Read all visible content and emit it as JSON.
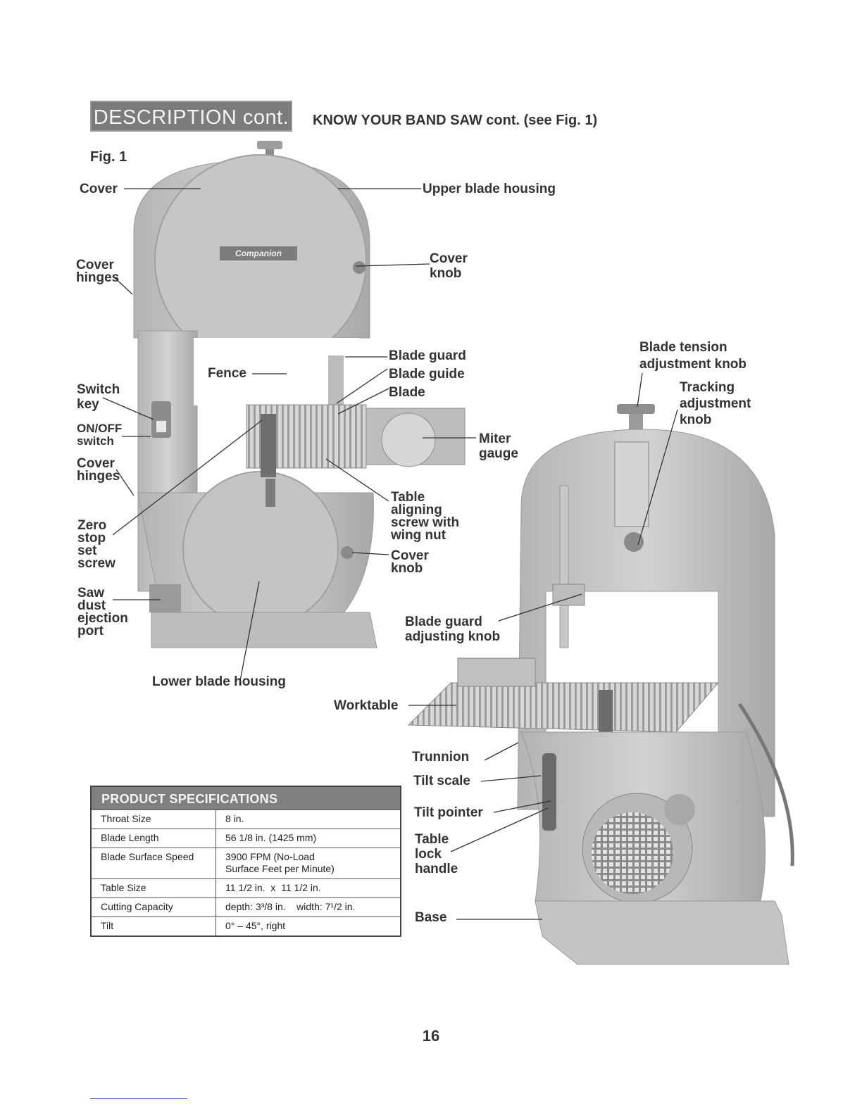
{
  "header": {
    "section_tab": "DESCRIPTION cont.",
    "subtitle": "KNOW YOUR BAND SAW cont. (see Fig. 1)"
  },
  "figure": {
    "label": "Fig. 1",
    "brand_plate": "Companion",
    "callouts": {
      "cover": "Cover",
      "upper_blade_housing": "Upper blade housing",
      "cover_hinges_upper": "Cover\nhinges",
      "cover_knob_upper": "Cover\nknob",
      "fence": "Fence",
      "blade_guard": "Blade guard",
      "blade_guide": "Blade guide",
      "blade": "Blade",
      "switch_key": "Switch\nkey",
      "on_off_switch": "ON/OFF\nswitch",
      "cover_hinges_lower": "Cover\nhinges",
      "miter_gauge": "Miter\ngauge",
      "table_aligning_screw": "Table\naligning\nscrew with\nwing nut",
      "zero_stop_set_screw": "Zero\nstop\nset\nscrew",
      "cover_knob_lower": "Cover\nknob",
      "saw_dust_ejection_port": "Saw\ndust\nejection\nport",
      "lower_blade_housing": "Lower blade housing",
      "blade_tension_knob": "Blade tension\nadjustment knob",
      "tracking_knob": "Tracking\nadjustment\nknob",
      "blade_guard_adjusting_knob": "Blade guard\nadjusting knob",
      "worktable": "Worktable",
      "trunnion": "Trunnion",
      "tilt_scale": "Tilt scale",
      "tilt_pointer": "Tilt pointer",
      "table_lock_handle": "Table\nlock\nhandle",
      "base": "Base"
    }
  },
  "specs": {
    "title": "PRODUCT SPECIFICATIONS",
    "rows": [
      {
        "label": "Throat Size",
        "value": "8 in."
      },
      {
        "label": "Blade Length",
        "value": "56 1/8 in. (1425 mm)"
      },
      {
        "label": "Blade Surface Speed",
        "value": "3900 FPM (No-Load\nSurface Feet per Minute)"
      },
      {
        "label": "Table Size",
        "value": "11 1/2 in.  x  11 1/2 in."
      },
      {
        "label": "Cutting Capacity",
        "value": "depth: 3³/8 in.    width: 7¹/2 in."
      },
      {
        "label": "Tilt",
        "value": "0° – 45°, right"
      }
    ]
  },
  "page_number": "16"
}
